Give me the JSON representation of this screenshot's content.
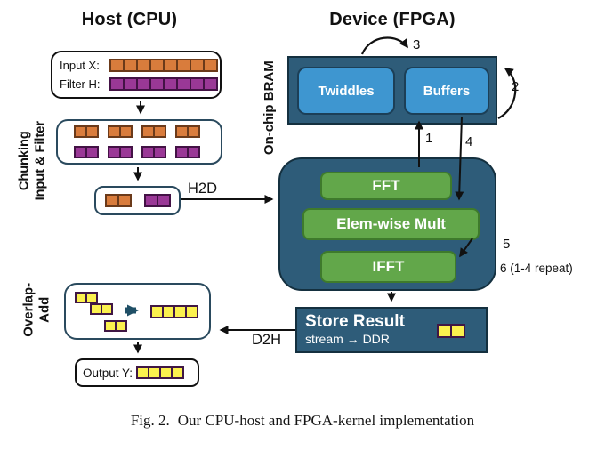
{
  "colors": {
    "panel_dark_blue": "#2E5C79",
    "panel_border": "#14303F",
    "box_light_blue": "#3E96D0",
    "bluebox_border": "#1C3F57",
    "kernel_green": "#62A74A",
    "green_border": "#3E7A2C",
    "square_orange": "#D97C3C",
    "orange_border": "#6B3A1A",
    "square_purple": "#9A3896",
    "purple_border": "#431245",
    "square_yellow": "#FBF14E",
    "yellow_border": "#401744",
    "outline_slate": "#2A4A5E",
    "arrow_black": "#111111",
    "teal_arrow": "#1F4F66"
  },
  "titles": {
    "host": "Host (CPU)",
    "device": "Device (FPGA)"
  },
  "host": {
    "input_label": "Input X:",
    "filter_label": "Filter H:",
    "input_count": 8,
    "filter_count": 8,
    "pair_size": 2,
    "chunking_line1": "Chunking",
    "chunking_line2": "Input & Filter",
    "h2d": "H2D",
    "d2h": "D2H",
    "overlap_line1": "Overlap-",
    "overlap_line2": "Add",
    "overlap_result_count": 4,
    "output_label": "Output Y:",
    "output_count": 4
  },
  "device": {
    "bram_label": "On-chip BRAM",
    "twiddles": "Twiddles",
    "buffers": "Buffers",
    "fft": "FFT",
    "elem_mult": "Elem-wise Mult",
    "ifft": "IFFT",
    "store_title": "Store Result",
    "store_sub": "stream → DDR",
    "store_result_count": 2,
    "step1": "1",
    "step2": "2",
    "step3": "3",
    "step4": "4",
    "step5": "5",
    "step6": "6 (1-4 repeat)"
  },
  "caption": {
    "prefix": "Fig. 2.",
    "text": "Our CPU-host and FPGA-kernel implementation"
  }
}
